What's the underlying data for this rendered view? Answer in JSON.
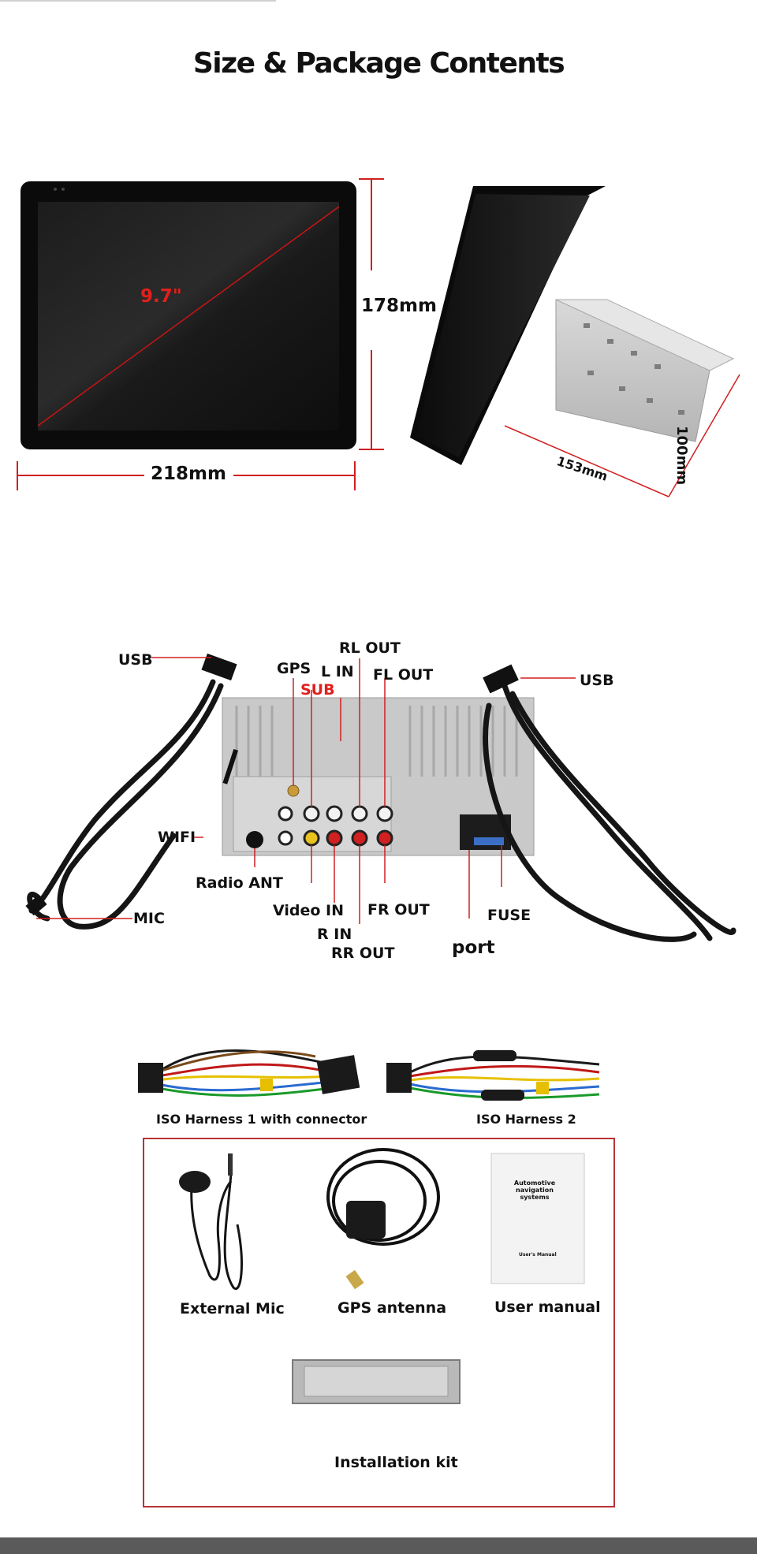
{
  "title": "Size & Package Contents",
  "dimensions": {
    "diagonal": "9.7\"",
    "height": "178mm",
    "width": "218mm",
    "depth": "153mm",
    "chassis_height": "100mm"
  },
  "ports": {
    "usb_left": "USB",
    "usb_right": "USB",
    "gps": "GPS",
    "l_in": "L IN",
    "rl_out": "RL OUT",
    "fl_out": "FL OUT",
    "sub": "SUB",
    "wifi": "WIFI",
    "radio_ant": "Radio ANT",
    "mic": "MIC",
    "video_in": "Video IN",
    "r_in": "R IN",
    "rr_out": "RR OUT",
    "fr_out": "FR OUT",
    "fuse": "FUSE",
    "port": "port"
  },
  "package": {
    "harness1": "ISO Harness 1 with connector",
    "harness2": "ISO Harness 2",
    "mic": "External Mic",
    "gps": "GPS antenna",
    "manual": "User manual",
    "manual_cover_title": "Automotive navigation systems",
    "manual_cover_sub": "User's Manual",
    "kit": "Installation kit"
  },
  "colors": {
    "accent": "#e0201c",
    "frame": "#b83236"
  }
}
